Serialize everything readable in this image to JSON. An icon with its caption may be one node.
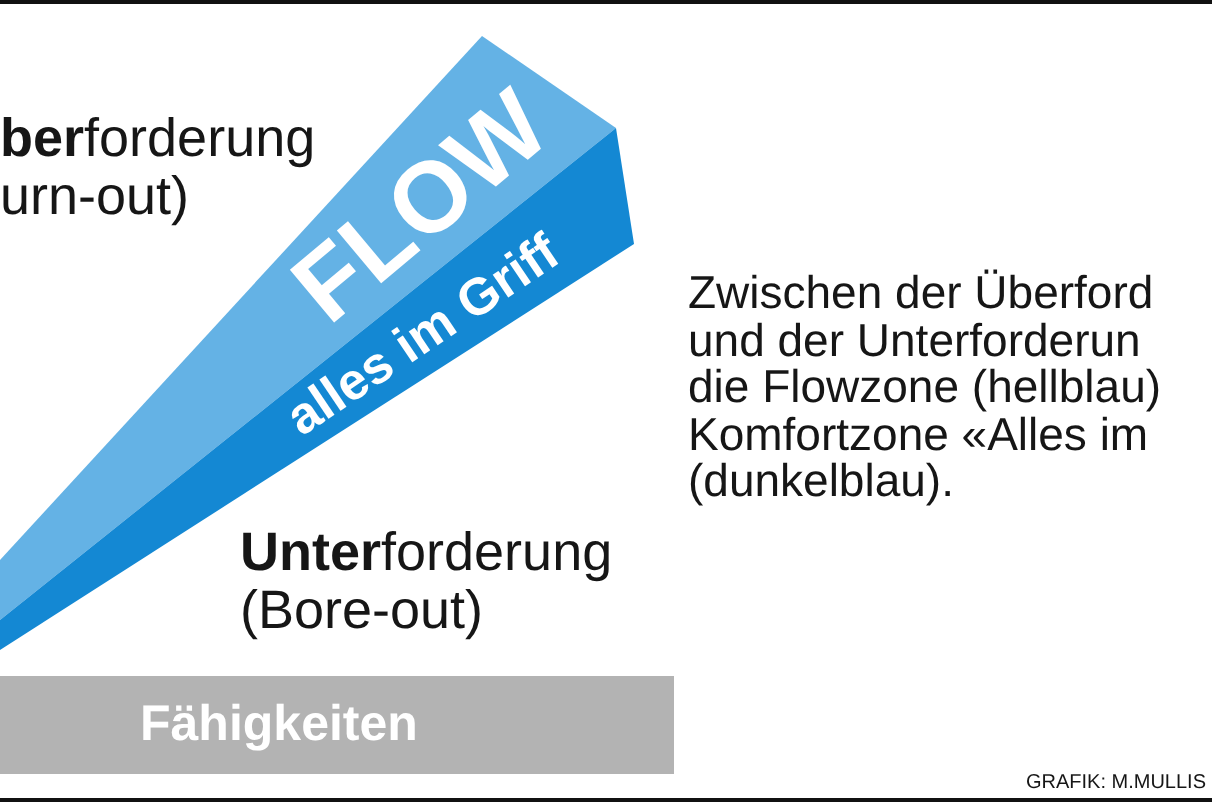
{
  "diagram": {
    "nodes": [
      {
        "text": [
          "FLOW"
        ]
      },
      {
        "text": [
          "alles im Griff"
        ]
      },
      {
        "text": [
          "Fähigkeiten"
        ]
      }
    ],
    "labels": [
      "**ber**forderung urn-out)",
      "Zwischen der Überford und der Unterforderun die Flowzone (hellblau) Komfortzone «Alles im (dunkelblau).",
      "**Unter**forderung (Bore-out)",
      "GRAFIK: M.MULLIS"
    ]
  }
}
